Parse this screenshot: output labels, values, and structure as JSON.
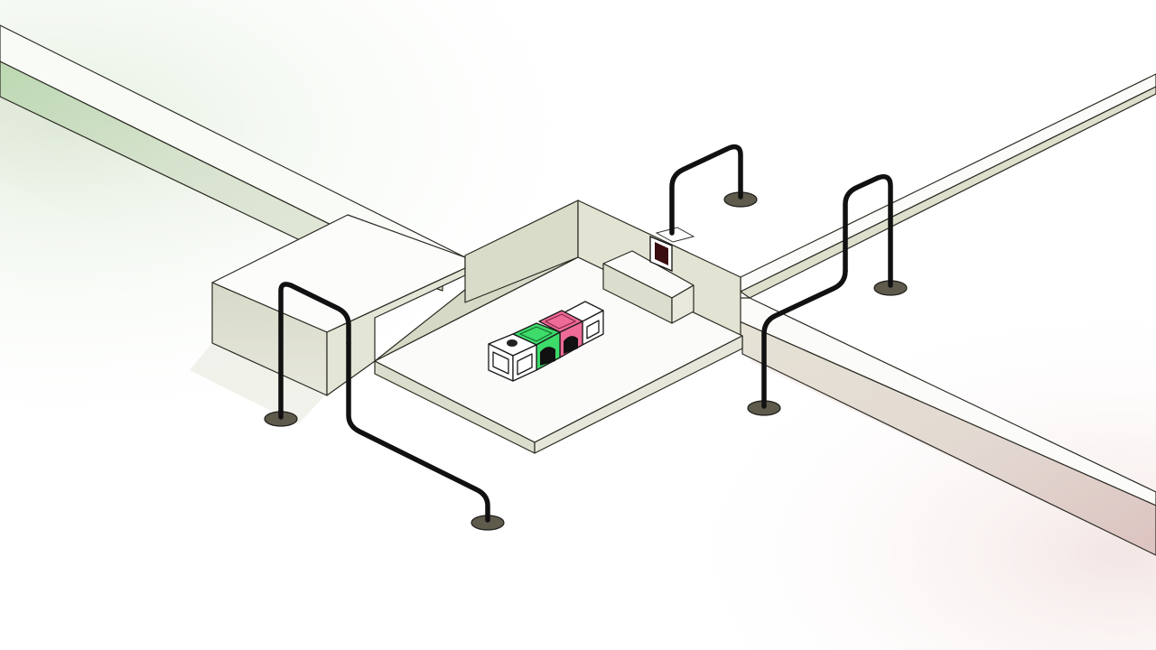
{
  "scene": {
    "kind": "isometric puzzle game level",
    "colors": {
      "background": "#ffffff",
      "floor_top": "#fbfbf9",
      "wall_side": "#dcdccc",
      "corridor_green": "#c9dcc0",
      "corridor_red": "#e1cfcc",
      "block_green": "#3ddc6a",
      "block_pink": "#ee6a97",
      "block_white": "#ffffff",
      "pipe": "#111111"
    },
    "player_blocks": [
      "white-dot",
      "green-arch",
      "pink-arch",
      "white"
    ],
    "pipes": [
      "pipe-left-front",
      "pipe-left-bottom",
      "pipe-back-middle",
      "pipe-right-tall",
      "pipe-right-front"
    ],
    "wall_switch": "dark-panel"
  }
}
